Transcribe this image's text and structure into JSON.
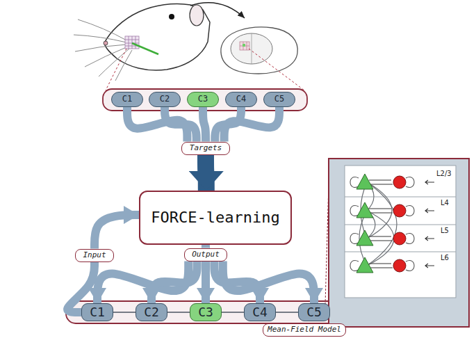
{
  "diagram": {
    "nodes": [
      {
        "text": [
          "C1"
        ]
      },
      {
        "text": [
          "C2"
        ]
      },
      {
        "text": [
          "C3"
        ]
      },
      {
        "text": [
          "C4"
        ]
      },
      {
        "text": [
          "C5"
        ]
      },
      {
        "text": [
          "Targets"
        ]
      },
      {
        "text": [
          "FORCE-learning"
        ]
      },
      {
        "text": [
          "Input"
        ]
      },
      {
        "text": [
          "Output"
        ]
      },
      {
        "text": [
          "C1"
        ]
      },
      {
        "text": [
          "C2"
        ]
      },
      {
        "text": [
          "C3"
        ]
      },
      {
        "text": [
          "C4"
        ]
      },
      {
        "text": [
          "C5"
        ]
      },
      {
        "text": [
          "Mean-Field Model"
        ]
      }
    ],
    "edges": [
      {
        "from": 0,
        "to": 5,
        "arrow": "none"
      },
      {
        "from": 1,
        "to": 5,
        "arrow": "none"
      },
      {
        "from": 2,
        "to": 5,
        "arrow": "none"
      },
      {
        "from": 3,
        "to": 5,
        "arrow": "none"
      },
      {
        "from": 4,
        "to": 5,
        "arrow": "none"
      },
      {
        "from": 5,
        "to": 6,
        "arrow": "to"
      },
      {
        "from": 6,
        "to": 8,
        "arrow": "none"
      },
      {
        "from": 8,
        "to": 9,
        "arrow": "to"
      },
      {
        "from": 8,
        "to": 10,
        "arrow": "to"
      },
      {
        "from": 8,
        "to": 11,
        "arrow": "to"
      },
      {
        "from": 8,
        "to": 12,
        "arrow": "to"
      },
      {
        "from": 8,
        "to": 13,
        "arrow": "to"
      },
      {
        "from": 9,
        "to": 7,
        "arrow": "none"
      },
      {
        "from": 7,
        "to": 6,
        "arrow": "to"
      },
      {
        "from": 9,
        "to": 10,
        "arrow": "none"
      },
      {
        "from": 10,
        "to": 11,
        "arrow": "none"
      },
      {
        "from": 11,
        "to": 12,
        "arrow": "none"
      },
      {
        "from": 12,
        "to": 13,
        "arrow": "none"
      }
    ],
    "labels": [
      "L2/3",
      "L4",
      "L5",
      "L6"
    ]
  }
}
